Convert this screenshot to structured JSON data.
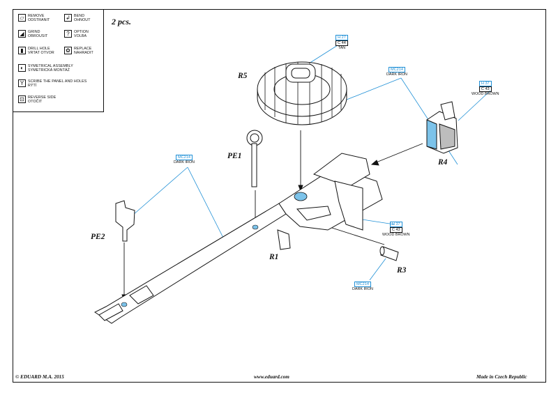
{
  "legend": [
    {
      "icon": "remove-icon",
      "glyph": "▱",
      "line1": "REMOVE",
      "line2": "ODSTRANIT"
    },
    {
      "icon": "bend-icon",
      "glyph": "↲",
      "line1": "BEND",
      "line2": "OHNOUT"
    },
    {
      "icon": "grind-icon",
      "glyph": "◢",
      "line1": "GRIND",
      "line2": "OBROUSIT"
    },
    {
      "icon": "option-icon",
      "glyph": "?",
      "line1": "OPTION",
      "line2": "VOLBA"
    },
    {
      "icon": "drill-hole-icon",
      "glyph": "▮",
      "line1": "DRILL HOLE",
      "line2": "VRTAT OTVOR"
    },
    {
      "icon": "replace-icon",
      "glyph": "✿",
      "line1": "REPLACE",
      "line2": "NAHRADIT"
    },
    {
      "icon": "symetrical-assembly-icon",
      "glyph": "◐",
      "line1": "SYMETRICAL ASSEMBLY",
      "line2": "SYMETRICKÁ MONTÁŽ"
    },
    {
      "icon": "scribe-icon",
      "glyph": "Y",
      "line1": "SCRIBE THE PANEL AND HOLES",
      "line2": "RÝTÍ"
    },
    {
      "icon": "reverse-side-icon",
      "glyph": "⊡",
      "line1": "REVERSE SIDE",
      "line2": "OTOČIT"
    }
  ],
  "quantity": "2 pcs.",
  "parts": {
    "r5": "R5",
    "r4": "R4",
    "r3": "R3",
    "r1": "R1",
    "pe1": "PE1",
    "pe2": "PE2"
  },
  "callouts": {
    "r5": {
      "code": "H 27",
      "code2": "C 44",
      "name": "TAN"
    },
    "top_mc": {
      "code": "MC214",
      "name": "DARK IRON"
    },
    "r4": {
      "code": "H 37",
      "code2": "C 43",
      "name": "WOOD BROWN"
    },
    "left_mc": {
      "code": "MC214",
      "name": "DARK IRON"
    },
    "grip": {
      "code": "H 37",
      "code2": "C 43",
      "name": "WOOD BROWN"
    },
    "r3": {
      "code": "MC214",
      "name": "DARK IRON"
    }
  },
  "footer": {
    "left": "© EDUARD  M.A. 2015",
    "center": "www.eduard.com",
    "right": "Made in Czech Republic"
  },
  "colors": {
    "paint_blue": "#7cc3ea",
    "leader_blue": "#1e8fd6"
  }
}
